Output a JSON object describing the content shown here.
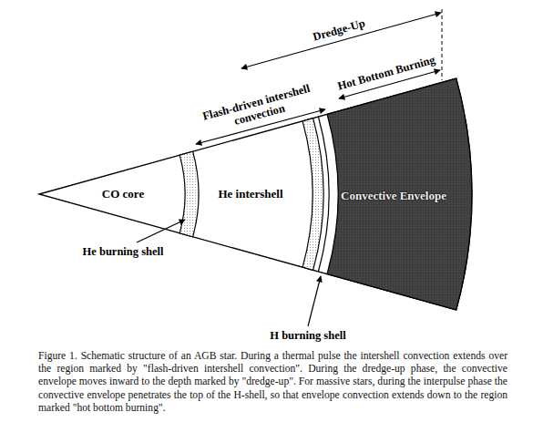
{
  "diagram": {
    "caption": "Figure 1. Schematic structure of an AGB star. During a thermal pulse the intershell convection extends over the region marked by \"flash-driven intershell convection\". During the dredge-up phase, the convective envelope moves inward to the depth marked by \"dredge-up\". For massive stars, during the interpulse phase the convective envelope penetrates the top of the H-shell, so that envelope convection extends down to the region marked \"hot bottom burning\".",
    "nodes": [
      {
        "text": [
          "CO core"
        ]
      },
      {
        "text": [
          "He intershell"
        ]
      },
      {
        "text": [
          "Convective Envelope"
        ]
      }
    ],
    "labels": [
      "Dredge-Up",
      "Hot Bottom Burning",
      "Flash-driven intershell convection",
      "He burning shell",
      "H burning shell"
    ]
  }
}
